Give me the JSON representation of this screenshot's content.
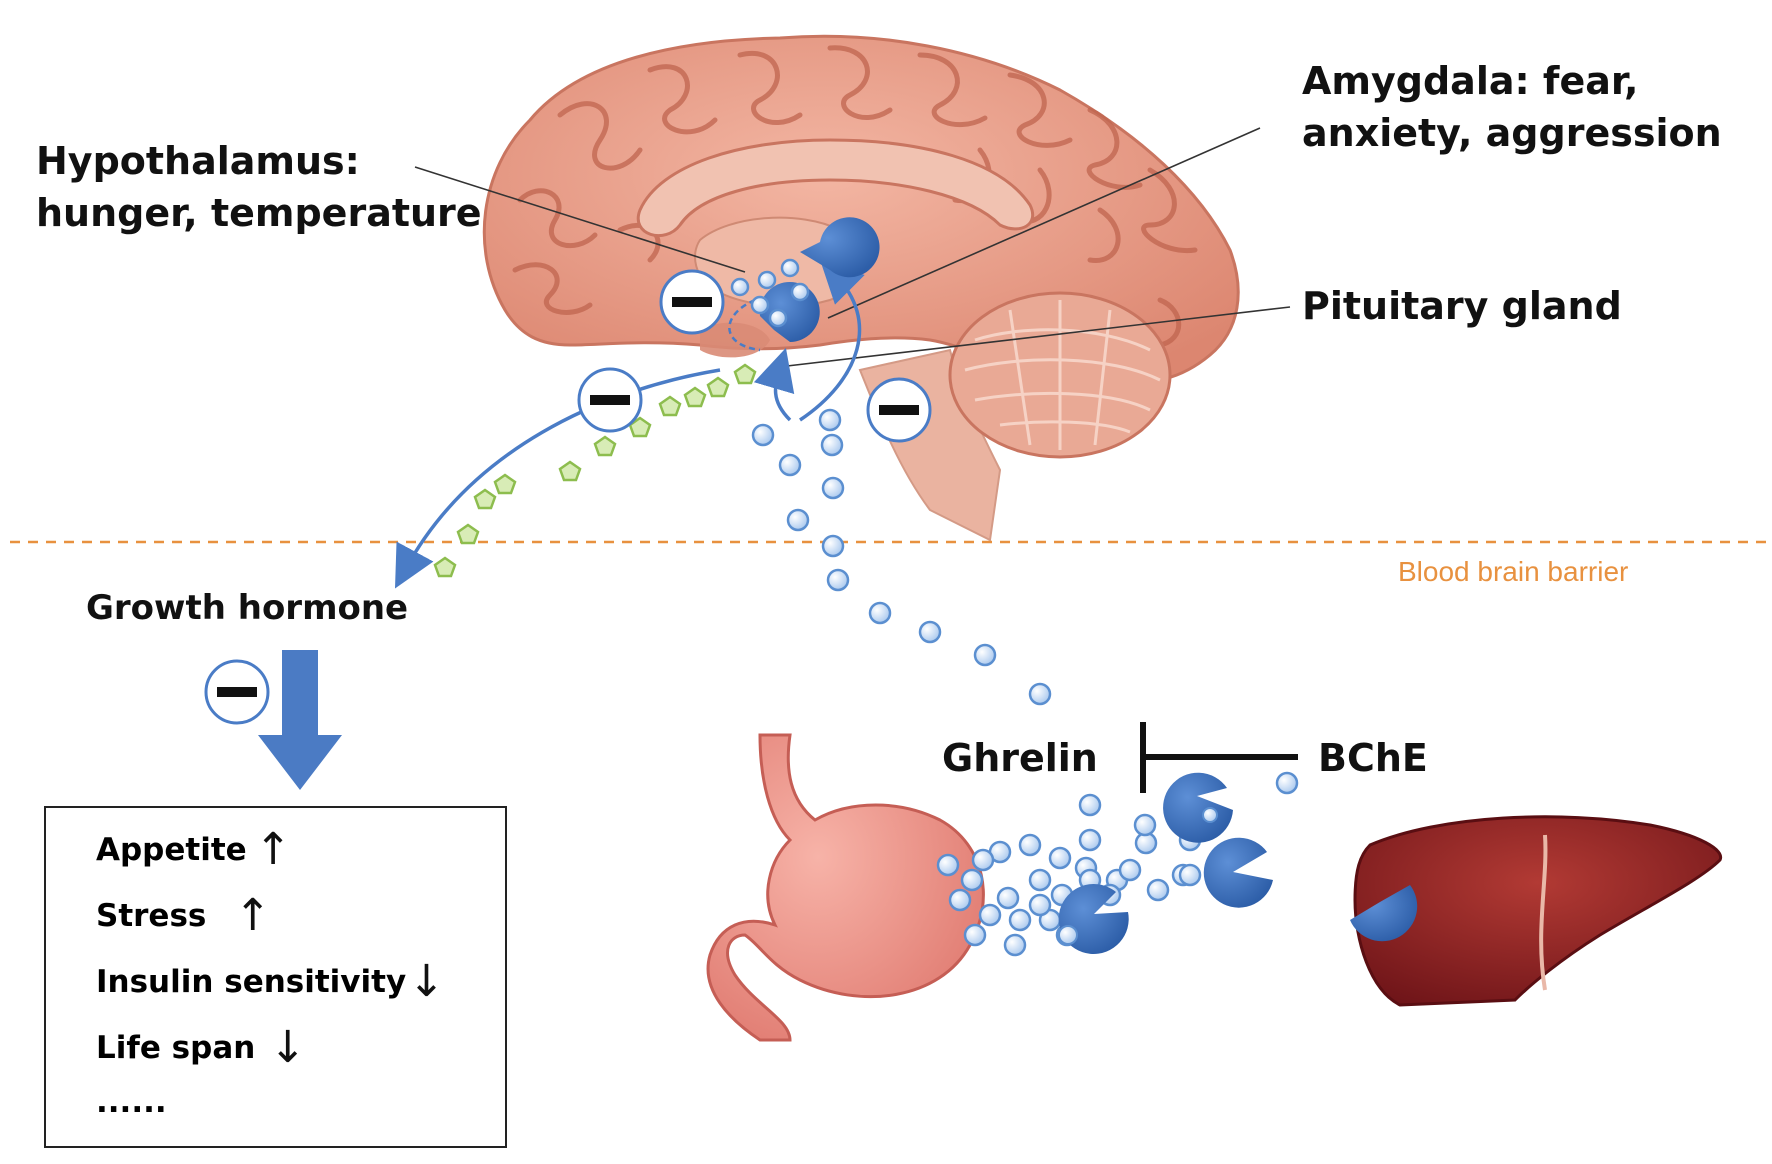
{
  "labels": {
    "hypothalamus_line1": "Hypothalamus:",
    "hypothalamus_line2": "hunger, temperature",
    "amygdala_line1": "Amygdala: fear,",
    "amygdala_line2": "anxiety, aggression",
    "pituitary": "Pituitary gland",
    "barrier": "Blood brain barrier",
    "growth_hormone": "Growth hormone",
    "ghrelin": "Ghrelin",
    "bche": "BChE"
  },
  "effects": [
    {
      "text": "Appetite",
      "direction": "up",
      "arrow": "↑"
    },
    {
      "text": "Stress",
      "direction": "up",
      "arrow": "↑"
    },
    {
      "text": "Insulin sensitivity",
      "direction": "down",
      "arrow": "↓"
    },
    {
      "text": "Life span",
      "direction": "down",
      "arrow": "↓"
    },
    {
      "text": "......",
      "direction": "",
      "arrow": ""
    }
  ],
  "colors": {
    "brain": "#e99a86",
    "brain_dark": "#c9705c",
    "ghrelin_dot": "#c9dcf2",
    "ghrelin_dot_stroke": "#5b8fd0",
    "enzyme": "#3a6fbf",
    "gh_dot": "#c6e29a",
    "barrier": "#e8913f",
    "liver": "#8b1e22",
    "stomach": "#ee8a80"
  },
  "icons": [
    "inhibition-minus-icon",
    "down-arrow-icon",
    "bche-enzyme-icon",
    "ghrelin-molecule-icon",
    "growth-hormone-molecule-icon"
  ]
}
